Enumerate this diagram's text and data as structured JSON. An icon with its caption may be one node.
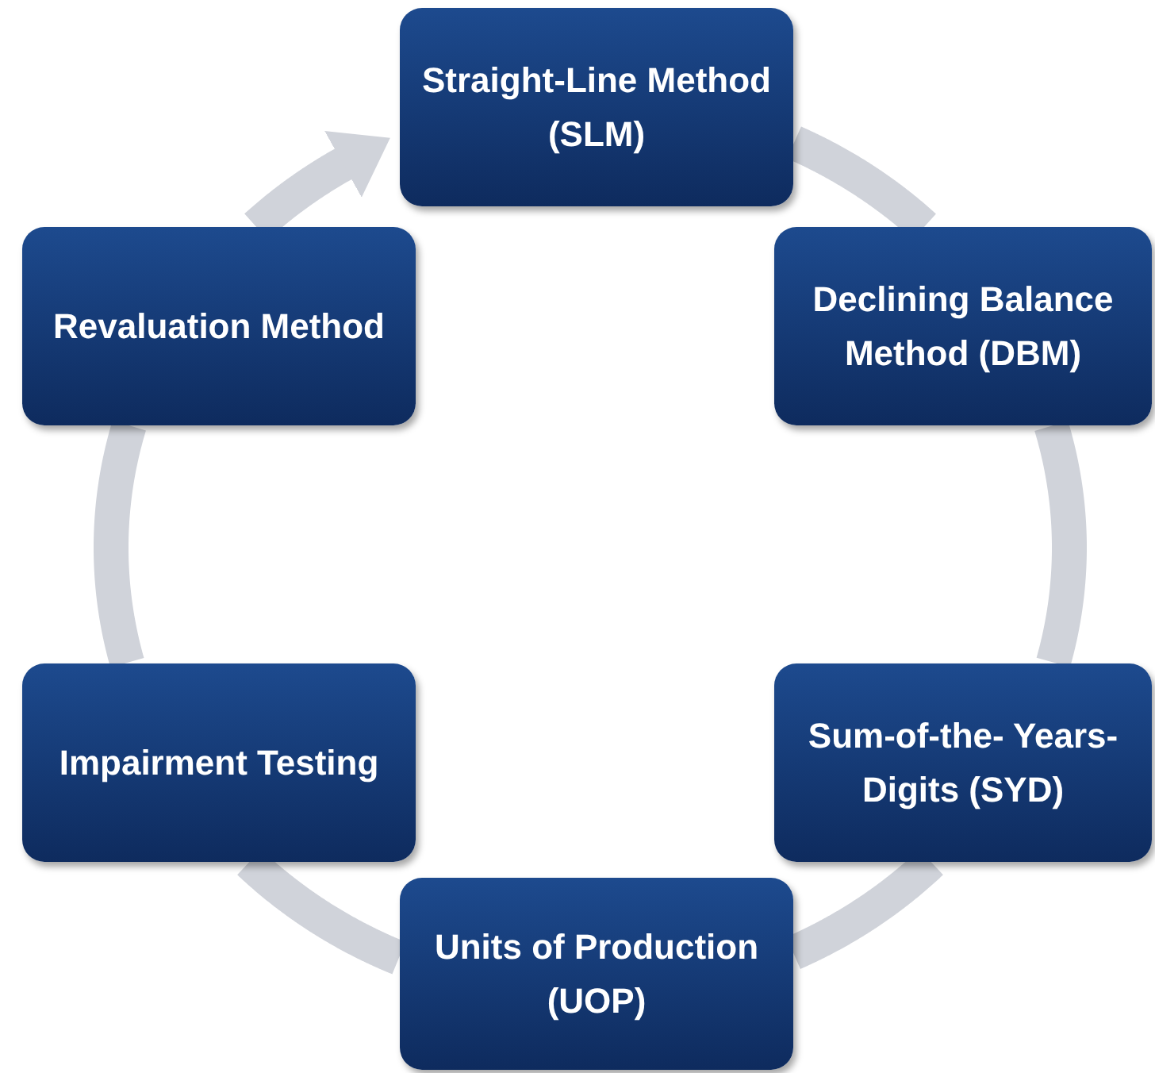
{
  "diagram": {
    "nodes": [
      {
        "text": [
          "Straight-Line Method (SLM)"
        ]
      },
      {
        "text": [
          "Declining Balance Method (DBM)"
        ]
      },
      {
        "text": [
          "Sum-of-the- Years-Digits (SYD)"
        ]
      },
      {
        "text": [
          "Units of Production (UOP)"
        ]
      },
      {
        "text": [
          "Impairment Testing"
        ]
      },
      {
        "text": [
          "Revaluation Method"
        ]
      }
    ],
    "edges": [
      {
        "from": 0,
        "to": 1,
        "arrow": "none"
      },
      {
        "from": 1,
        "to": 2,
        "arrow": "none"
      },
      {
        "from": 2,
        "to": 3,
        "arrow": "none"
      },
      {
        "from": 3,
        "to": 4,
        "arrow": "none"
      },
      {
        "from": 4,
        "to": 5,
        "arrow": "none"
      },
      {
        "from": 5,
        "to": 0,
        "arrow": "to"
      }
    ]
  }
}
